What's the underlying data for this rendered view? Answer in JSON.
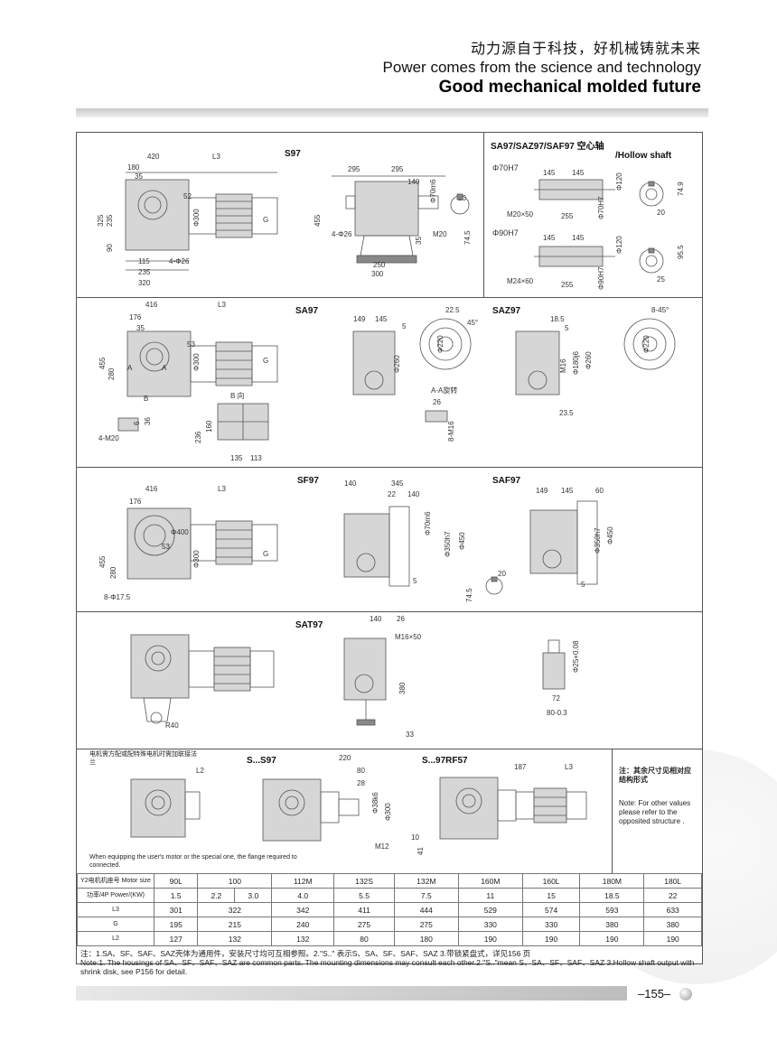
{
  "header": {
    "title_cn": "动力源自于科技，好机械铸就未来",
    "title_en1": "Power comes from the science and technology",
    "title_en2": "Good mechanical molded future"
  },
  "sections": {
    "s97": {
      "label": "S97",
      "dims": [
        "420",
        "L3",
        "180",
        "35",
        "52",
        "325",
        "235",
        "90",
        "115",
        "235",
        "320",
        "4-Φ26",
        "Φ300",
        "G",
        "295",
        "295",
        "140",
        "Φ70m6",
        "20",
        "74.5",
        "455",
        "4-Φ26",
        "35",
        "M20",
        "250",
        "300"
      ]
    },
    "hollow": {
      "title": "SA97/SAZ97/SAF97 空心轴",
      "subtitle": "/Hollow shaft",
      "d1": "Φ70H7",
      "d2": "Φ90H7",
      "dims1": [
        "145",
        "145",
        "Φ120",
        "74.9",
        "Φ70H7",
        "M20×50",
        "255",
        "20"
      ],
      "dims2": [
        "145",
        "145",
        "Φ120",
        "95.5",
        "Φ90H7",
        "M24×60",
        "255",
        "25"
      ]
    },
    "sa97": {
      "label": "SA97",
      "dims": [
        "416",
        "L3",
        "176",
        "35",
        "53",
        "455",
        "280",
        "Φ300",
        "G",
        "B",
        "A",
        "A",
        "B 向",
        "236",
        "160",
        "135",
        "113",
        "4-M20",
        "6",
        "36",
        "149",
        "145",
        "5",
        "Φ260",
        "22.5",
        "45°",
        "Φ220",
        "A-A旋转",
        "26",
        "8-M16"
      ]
    },
    "saz97": {
      "label": "SAZ97",
      "dims": [
        "18.5",
        "5",
        "M16",
        "Φ180j6",
        "Φ260",
        "23.5",
        "8-45°",
        "Φ220"
      ]
    },
    "sf97": {
      "label": "SF97",
      "dims": [
        "416",
        "L3",
        "176",
        "Φ400",
        "53",
        "455",
        "280",
        "Φ300",
        "G",
        "8-Φ17.5",
        "140",
        "345",
        "22",
        "140",
        "Φ70m6",
        "Φ350h7",
        "Φ450",
        "5",
        "20",
        "74.5"
      ]
    },
    "saf97": {
      "label": "SAF97",
      "dims": [
        "149",
        "145",
        "60",
        "Φ350h7",
        "Φ450",
        "5"
      ]
    },
    "sat97": {
      "label": "SAT97",
      "dims": [
        "R40",
        "140",
        "26",
        "M16×50",
        "380",
        "33",
        "Φ25+0.08",
        "72",
        "80-0.3"
      ]
    },
    "bottom": {
      "note_cn": "电机需方配或配特殊电机时需加联接法兰",
      "note_en": "When equipping the user's motor or the special one, the flange required to connected.",
      "s97_label": "S...S97",
      "rf_label": "S...97RF57",
      "dims": [
        "L2",
        "220",
        "80",
        "28",
        "Φ38k6",
        "Φ300",
        "M12",
        "10",
        "41",
        "187",
        "L3"
      ]
    },
    "side_note": {
      "cn": "注：其余尺寸见相对应结构形式",
      "en": "Note: For other values please refer to the opposited structure ."
    }
  },
  "spec_table": {
    "row_labels": {
      "motor_size": "Y2电机机座号 Motor size",
      "power": "功率/4P Power/(KW)",
      "l3": "L3",
      "g": "G",
      "l2": "L2"
    },
    "motor_sizes": [
      "90L",
      "100",
      "112M",
      "132S",
      "132M",
      "160M",
      "160L",
      "180M",
      "180L"
    ],
    "power": [
      "1.5",
      "2.2",
      "3.0",
      "4.0",
      "5.5",
      "7.5",
      "11",
      "15",
      "18.5",
      "22"
    ],
    "l3": [
      "301",
      "322",
      "342",
      "411",
      "444",
      "529",
      "574",
      "593",
      "633"
    ],
    "g": [
      "195",
      "215",
      "240",
      "275",
      "275",
      "330",
      "330",
      "380",
      "380"
    ],
    "l2": [
      "127",
      "132",
      "132",
      "80",
      "180",
      "190",
      "190",
      "190",
      "190"
    ]
  },
  "footnote": {
    "cn": "注：1.SA、SF、SAF、SAZ壳体为通用件，安装尺寸均可互相参照。2.\"S..\" 表示S、SA、SF、SAF、SAZ 3.带锁紧盘式，详见156 页",
    "en": "Note:1. The housings of SA、SF、SAF、SAZ are common parts. The mounting dimensions may consult each other.2.\"S..\"mean S、SA、SF、SAF、SAZ 3.Hollow shaft output with shrink disk, see P156 for detail."
  },
  "page_number": "–155–"
}
